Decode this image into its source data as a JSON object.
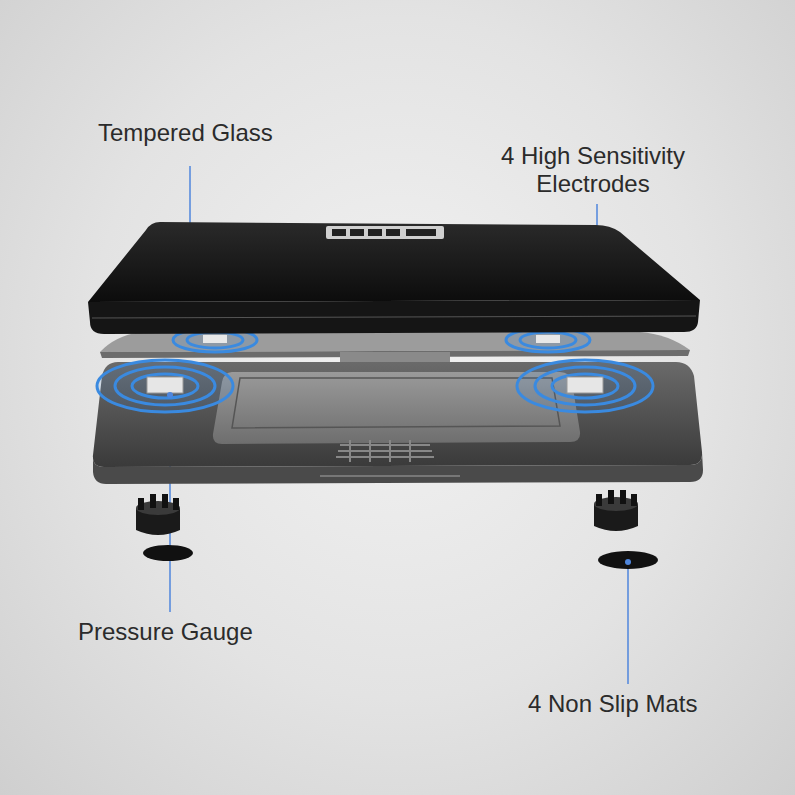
{
  "diagram": {
    "labels": [
      "Tempered Glass",
      "4 High Sensitivity Electrodes",
      "Pressure Gauge",
      "4 Non Slip Mats"
    ]
  }
}
